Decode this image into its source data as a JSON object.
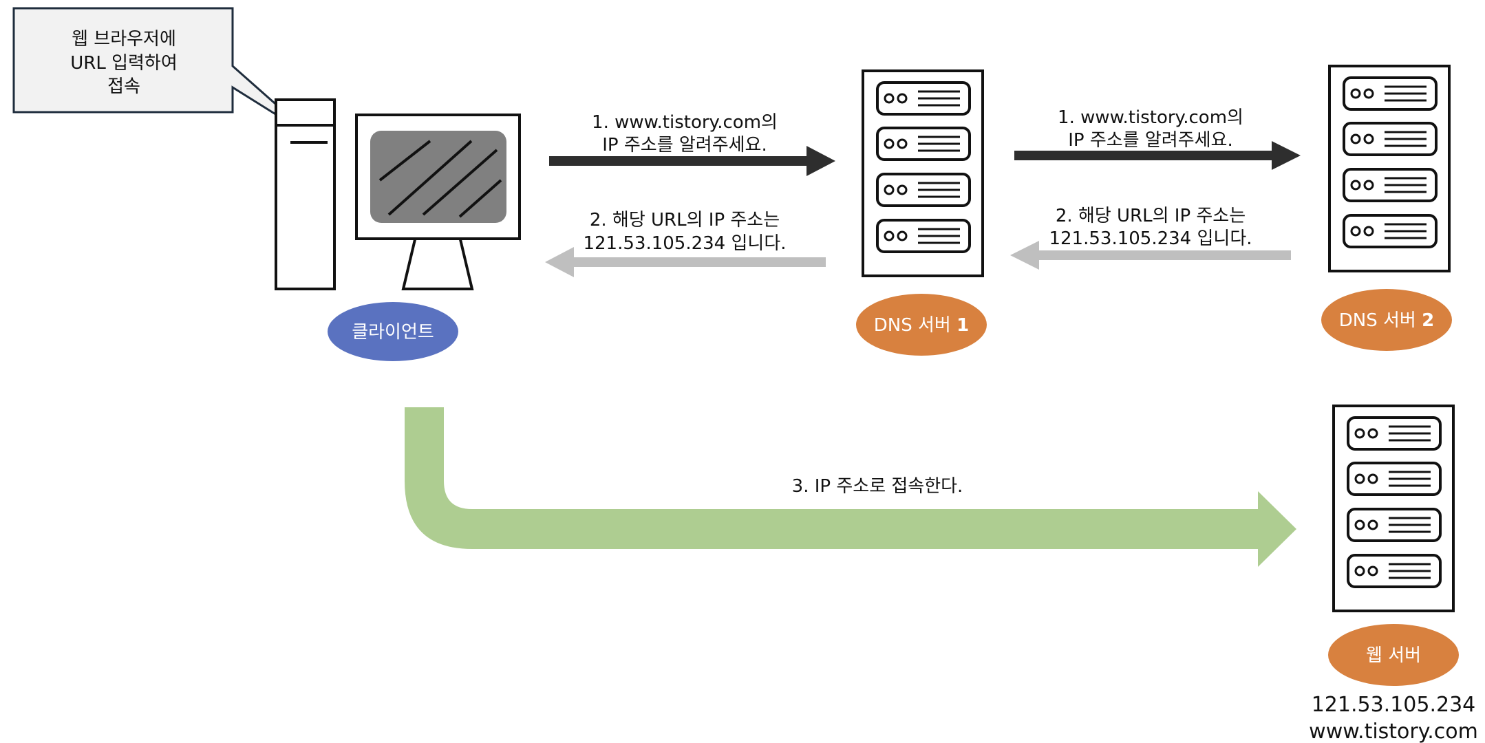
{
  "callout": {
    "line1": "웹 브라우저에",
    "line2": "URL 입력하여",
    "line3": "접속"
  },
  "nodes": {
    "client": {
      "label": "클라이언트"
    },
    "dns1": {
      "label": "DNS 서버",
      "num": "1"
    },
    "dns2": {
      "label": "DNS 서버",
      "num": "2"
    },
    "web": {
      "label": "웹 서버",
      "ip": "121.53.105.234",
      "domain": "www.tistory.com"
    }
  },
  "flows": {
    "req1": {
      "line1": "1.   www.tistory.com의",
      "line2": "IP 주소를 알려주세요."
    },
    "resp1": {
      "line1": "2. 해당 URL의 IP 주소는",
      "line2": "121.53.105.234 입니다."
    },
    "req2": {
      "line1": "1.   www.tistory.com의",
      "line2": "IP 주소를 알려주세요."
    },
    "resp2": {
      "line1": "2. 해당 URL의 IP 주소는",
      "line2": "121.53.105.234 입니다."
    },
    "connect": {
      "label": "3. IP 주소로 접속한다."
    }
  },
  "colors": {
    "dark_arrow": "#2e2e2e",
    "light_arrow": "#bfbfbf",
    "green_arrow": "#aecd91",
    "client_pill": "#5a72c0",
    "server_pill": "#d8813f",
    "callout_fill": "#f2f2f2",
    "callout_border": "#1f2d3d",
    "screen_fill": "#808080"
  }
}
